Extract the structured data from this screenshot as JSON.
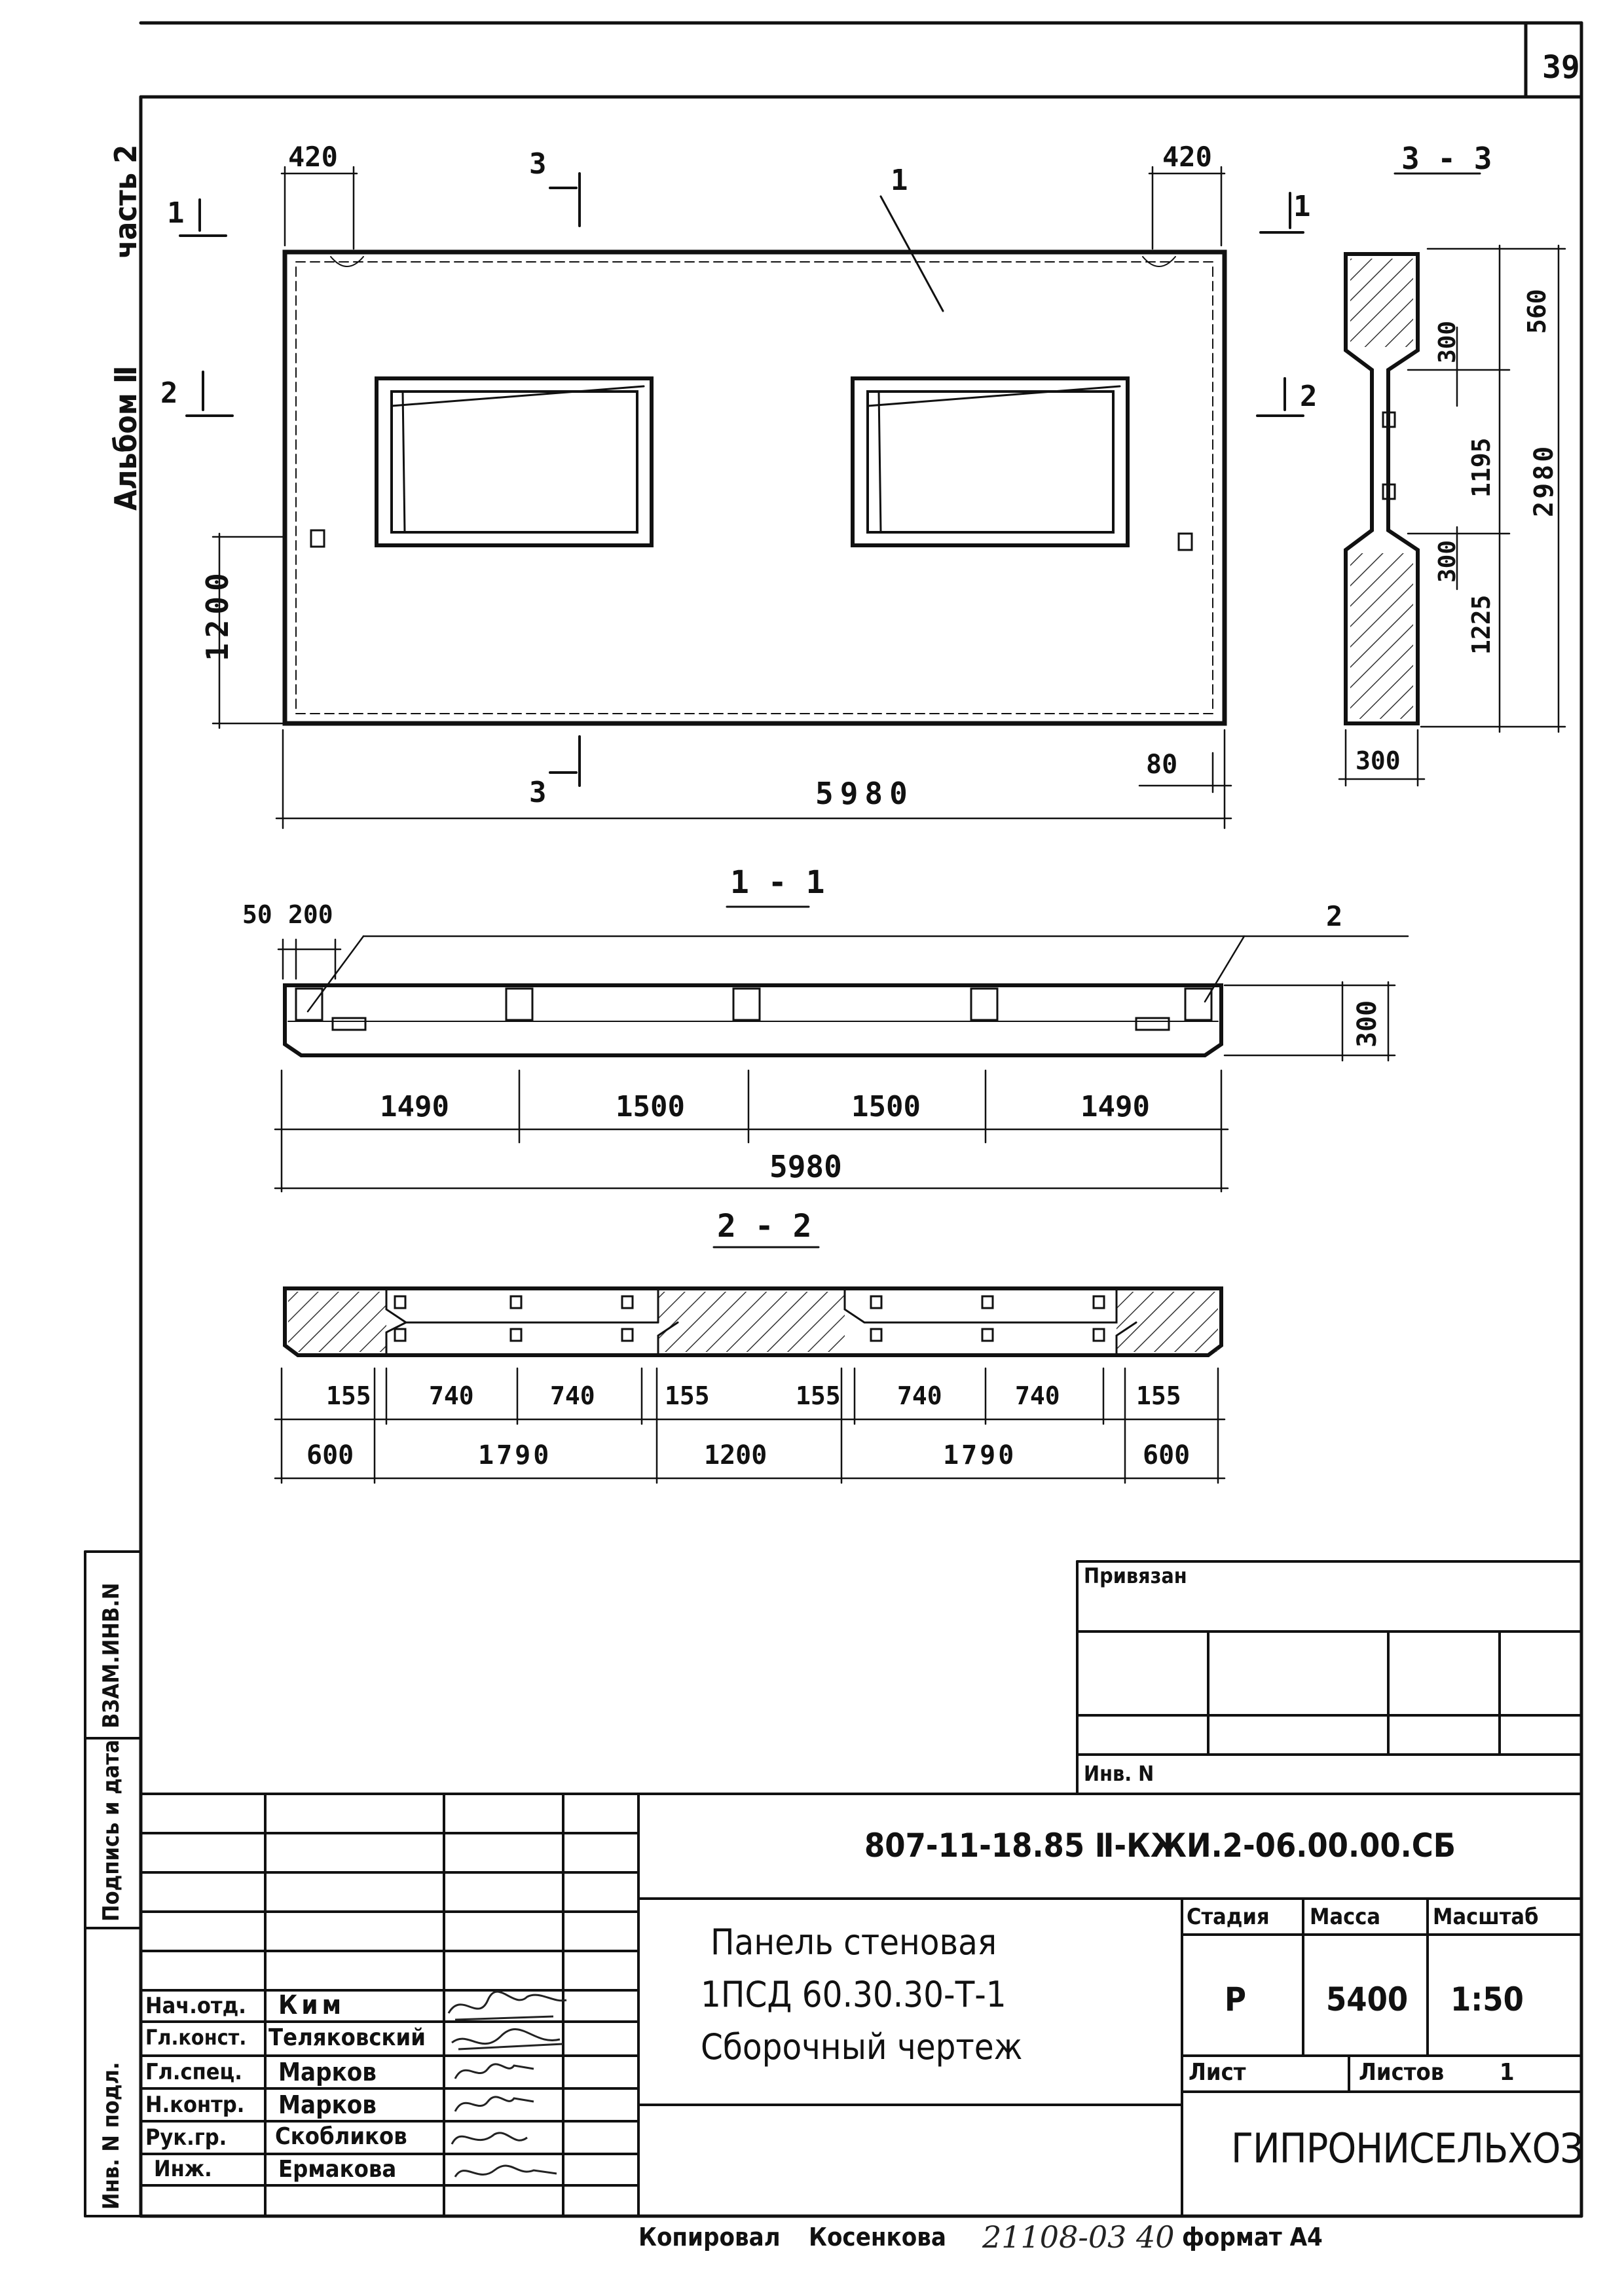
{
  "sheet_number": "39",
  "side_labels": {
    "album": "Альбом Ⅱ",
    "part": "часть 2",
    "vzam_inv": "ВЗАМ.ИНВ.N",
    "podpis_data": "Подпись и дата",
    "inv_podl": "Инв. N подл."
  },
  "elevation": {
    "dim_top_left": "420",
    "dim_top_right": "420",
    "dim_height_left": "1200",
    "dim_bottom_total": "5980",
    "dim_bottom_right": "80",
    "callout_1": "1",
    "section_marks": {
      "s1_left": "1",
      "s1_right": "1",
      "s2_left": "2",
      "s2_right": "2",
      "s3_top": "3",
      "s3_bottom": "3"
    }
  },
  "section_3_3": {
    "title": "3 - 3",
    "dims": {
      "d560": "560",
      "d300_top": "300",
      "d1195": "1195",
      "d2980": "2980",
      "d300_bottom": "300",
      "d1225": "1225",
      "d300_width": "300"
    }
  },
  "section_1_1": {
    "title": "1 - 1",
    "dims": {
      "d50": "50",
      "d200": "200",
      "d300": "300",
      "d1490_a": "1490",
      "d1500_a": "1500",
      "d1500_b": "1500",
      "d1490_b": "1490",
      "d5980": "5980"
    },
    "callout_2": "2"
  },
  "section_2_2": {
    "title": "2 - 2",
    "dims_upper": [
      "155",
      "740",
      "740",
      "155",
      "155",
      "740",
      "740",
      "155"
    ],
    "dims_lower": [
      "600",
      "1790",
      "1200",
      "1790",
      "600"
    ]
  },
  "title_block": {
    "privyazan": "Привязан",
    "inv_n": "Инв. N",
    "doc_code": "807-11-18.85 Ⅱ-КЖИ.2-06.00.00.СБ",
    "name_line1": "Панель стеновая",
    "name_line2": "1ПСД 60.30.30-Т-1",
    "name_line3": "Сборочный чертеж",
    "stage_label": "Стадия",
    "mass_label": "Масса",
    "scale_label": "Масштаб",
    "stage_value": "Р",
    "mass_value": "5400",
    "scale_value": "1:50",
    "sheet_label": "Лист",
    "sheets_label": "Листов",
    "sheets_value": "1",
    "organization": "ГИПРОНИСЕЛЬХОЗ",
    "roles": [
      {
        "role": "Нач.отд.",
        "name": "Ким"
      },
      {
        "role": "Гл.конст.",
        "name": "Теляковский"
      },
      {
        "role": "Гл.спец.",
        "name": "Марков"
      },
      {
        "role": "Н.контр.",
        "name": "Марков"
      },
      {
        "role": "Рук.гр.",
        "name": "Скобликов"
      },
      {
        "role": "Инж.",
        "name": "Ермакова"
      }
    ]
  },
  "footer": {
    "copied_label": "Копировал",
    "copied_name": "Косенкова",
    "handwritten": "21108-03 40",
    "format": "формат А4"
  }
}
